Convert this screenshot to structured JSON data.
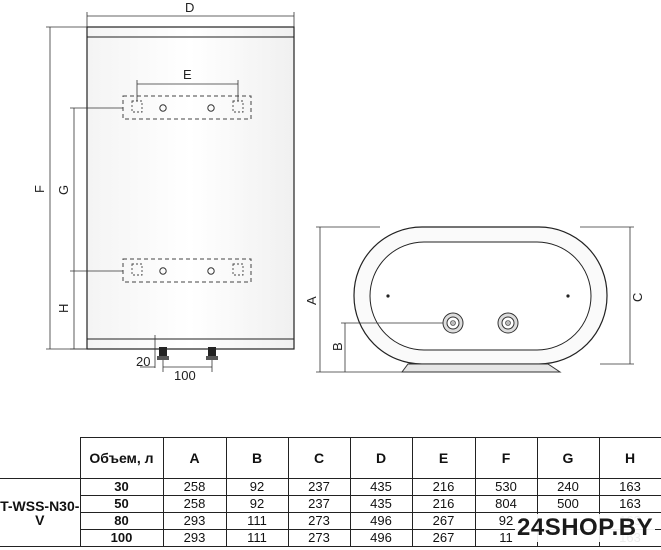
{
  "drawing": {
    "dimension_labels": {
      "D": "D",
      "E": "E",
      "F": "F",
      "G": "G",
      "H": "H",
      "A": "A",
      "B": "B",
      "C": "C",
      "offset": "20",
      "spacing": "100"
    }
  },
  "table": {
    "model": "T-WSS-N30-V",
    "headers": [
      "Объем, л",
      "A",
      "B",
      "C",
      "D",
      "E",
      "F",
      "G",
      "H"
    ],
    "rows": [
      [
        "30",
        "258",
        "92",
        "237",
        "435",
        "216",
        "530",
        "240",
        "163"
      ],
      [
        "50",
        "258",
        "92",
        "237",
        "435",
        "216",
        "804",
        "500",
        "163"
      ],
      [
        "80",
        "293",
        "111",
        "273",
        "496",
        "267",
        "92",
        "",
        "163"
      ],
      [
        "100",
        "293",
        "111",
        "273",
        "496",
        "267",
        "11",
        "",
        "163"
      ]
    ]
  },
  "watermark": "24SHOP.BY"
}
